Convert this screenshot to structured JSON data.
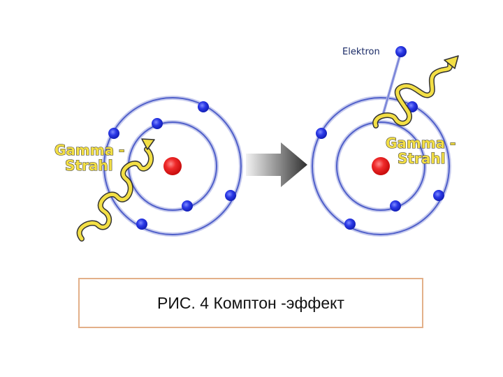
{
  "labels": {
    "gamma_left_line1": "Gamma -",
    "gamma_left_line2": "Strahl",
    "gamma_right_line1": "Gamma -",
    "gamma_right_line2": "Strahl",
    "electron": "Elektron"
  },
  "caption": "РИС. 4 Комптон -эффект",
  "colors": {
    "orbit": "#4f5fc9",
    "electron": "#2130d8",
    "nucleus": "#e41515",
    "wave_fill": "#f3df45",
    "wave_outline": "#333333",
    "arrow": "#333333",
    "caption_border": "#e3b089"
  }
}
